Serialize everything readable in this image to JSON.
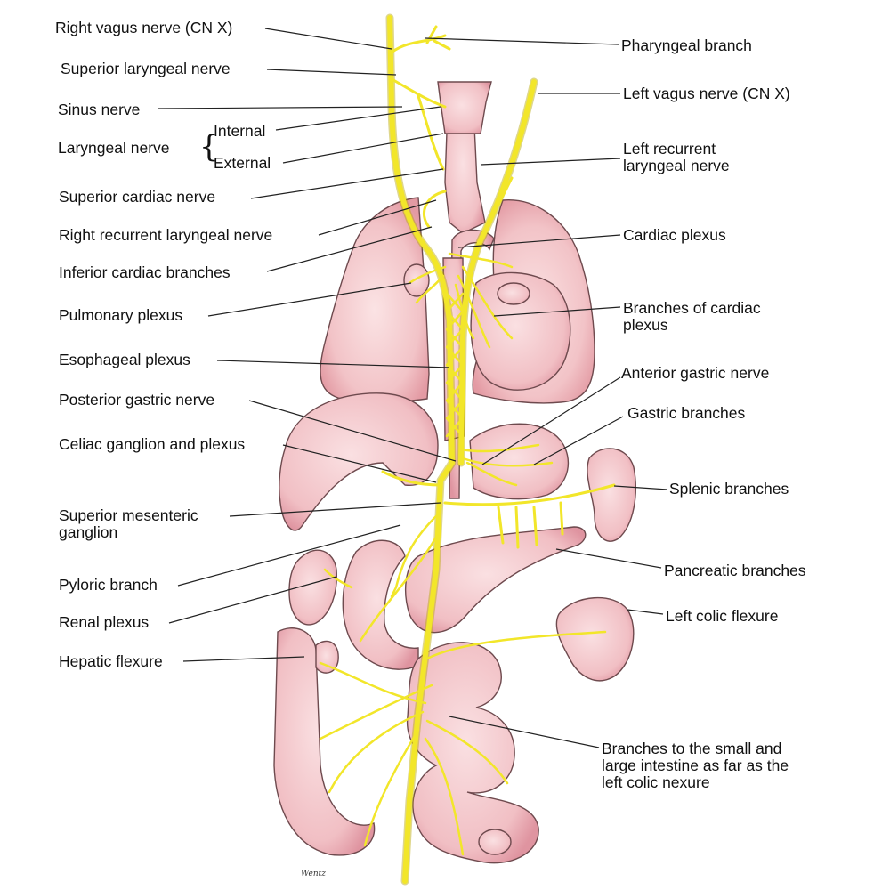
{
  "colors": {
    "nerve": "#f2e62a",
    "nerve_outline": "#b8a700",
    "organ_fill": "#f4c6c8",
    "organ_shade": "#e79aa3",
    "organ_outline": "#6e4a4e",
    "leader_line": "#222222",
    "text": "#111111"
  },
  "labels": {
    "right_vagus": "Right vagus nerve (CN X)",
    "superior_laryngeal": "Superior laryngeal nerve",
    "sinus": "Sinus nerve",
    "laryngeal": "Laryngeal nerve",
    "laryngeal_internal": "Internal",
    "laryngeal_external": "External",
    "superior_cardiac": "Superior cardiac nerve",
    "right_recurrent": "Right recurrent laryngeal nerve",
    "inferior_cardiac": "Inferior cardiac branches",
    "pulmonary_plexus": "Pulmonary plexus",
    "esophageal_plexus": "Esophageal plexus",
    "posterior_gastric": "Posterior gastric nerve",
    "celiac": "Celiac ganglion and plexus",
    "sup_mesenteric_1": "Superior mesenteric",
    "sup_mesenteric_2": "ganglion",
    "pyloric": "Pyloric branch",
    "renal": "Renal plexus",
    "hepatic_flexure": "Hepatic flexure",
    "pharyngeal": "Pharyngeal branch",
    "left_vagus": "Left vagus nerve (CN X)",
    "left_recurrent_1": "Left recurrent",
    "left_recurrent_2": "laryngeal nerve",
    "cardiac_plexus": "Cardiac plexus",
    "branches_cardiac_1": "Branches of cardiac",
    "branches_cardiac_2": "plexus",
    "anterior_gastric": "Anterior gastric nerve",
    "gastric_branches": "Gastric branches",
    "splenic": "Splenic branches",
    "pancreatic": "Pancreatic branches",
    "left_colic": "Left colic flexure",
    "intestine_1": "Branches to the small and",
    "intestine_2": "large intestine as far as the",
    "intestine_3": "left colic nexure"
  },
  "signature": "Wentz"
}
